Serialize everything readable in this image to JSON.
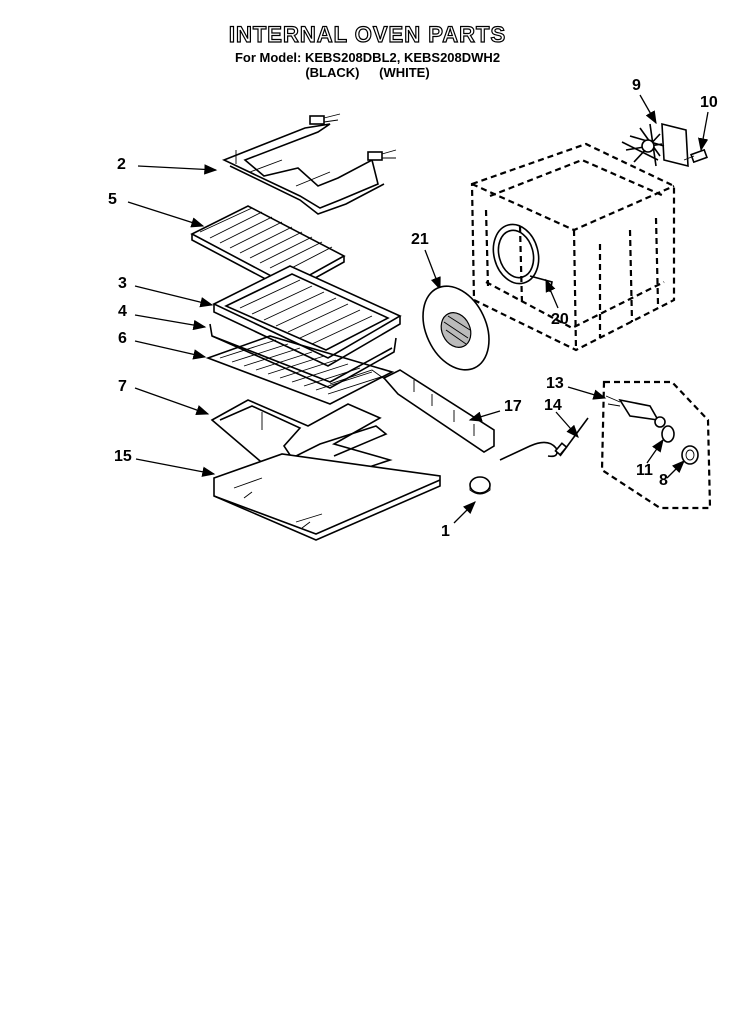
{
  "header": {
    "title": "INTERNAL OVEN PARTS",
    "model_line": "For Model: KEBS208DBL2, KEBS208DWH2",
    "variant_black": "(BLACK)",
    "variant_white": "(WHITE)"
  },
  "callouts": [
    {
      "id": "c2",
      "label": "2"
    },
    {
      "id": "c5",
      "label": "5"
    },
    {
      "id": "c3",
      "label": "3"
    },
    {
      "id": "c4",
      "label": "4"
    },
    {
      "id": "c6",
      "label": "6"
    },
    {
      "id": "c7",
      "label": "7"
    },
    {
      "id": "c15",
      "label": "15"
    },
    {
      "id": "c21",
      "label": "21"
    },
    {
      "id": "c9",
      "label": "9"
    },
    {
      "id": "c10",
      "label": "10"
    },
    {
      "id": "c20",
      "label": "20"
    },
    {
      "id": "c17",
      "label": "17"
    },
    {
      "id": "c13",
      "label": "13"
    },
    {
      "id": "c14",
      "label": "14"
    },
    {
      "id": "c11",
      "label": "11"
    },
    {
      "id": "c8",
      "label": "8"
    },
    {
      "id": "c1",
      "label": "1"
    }
  ]
}
